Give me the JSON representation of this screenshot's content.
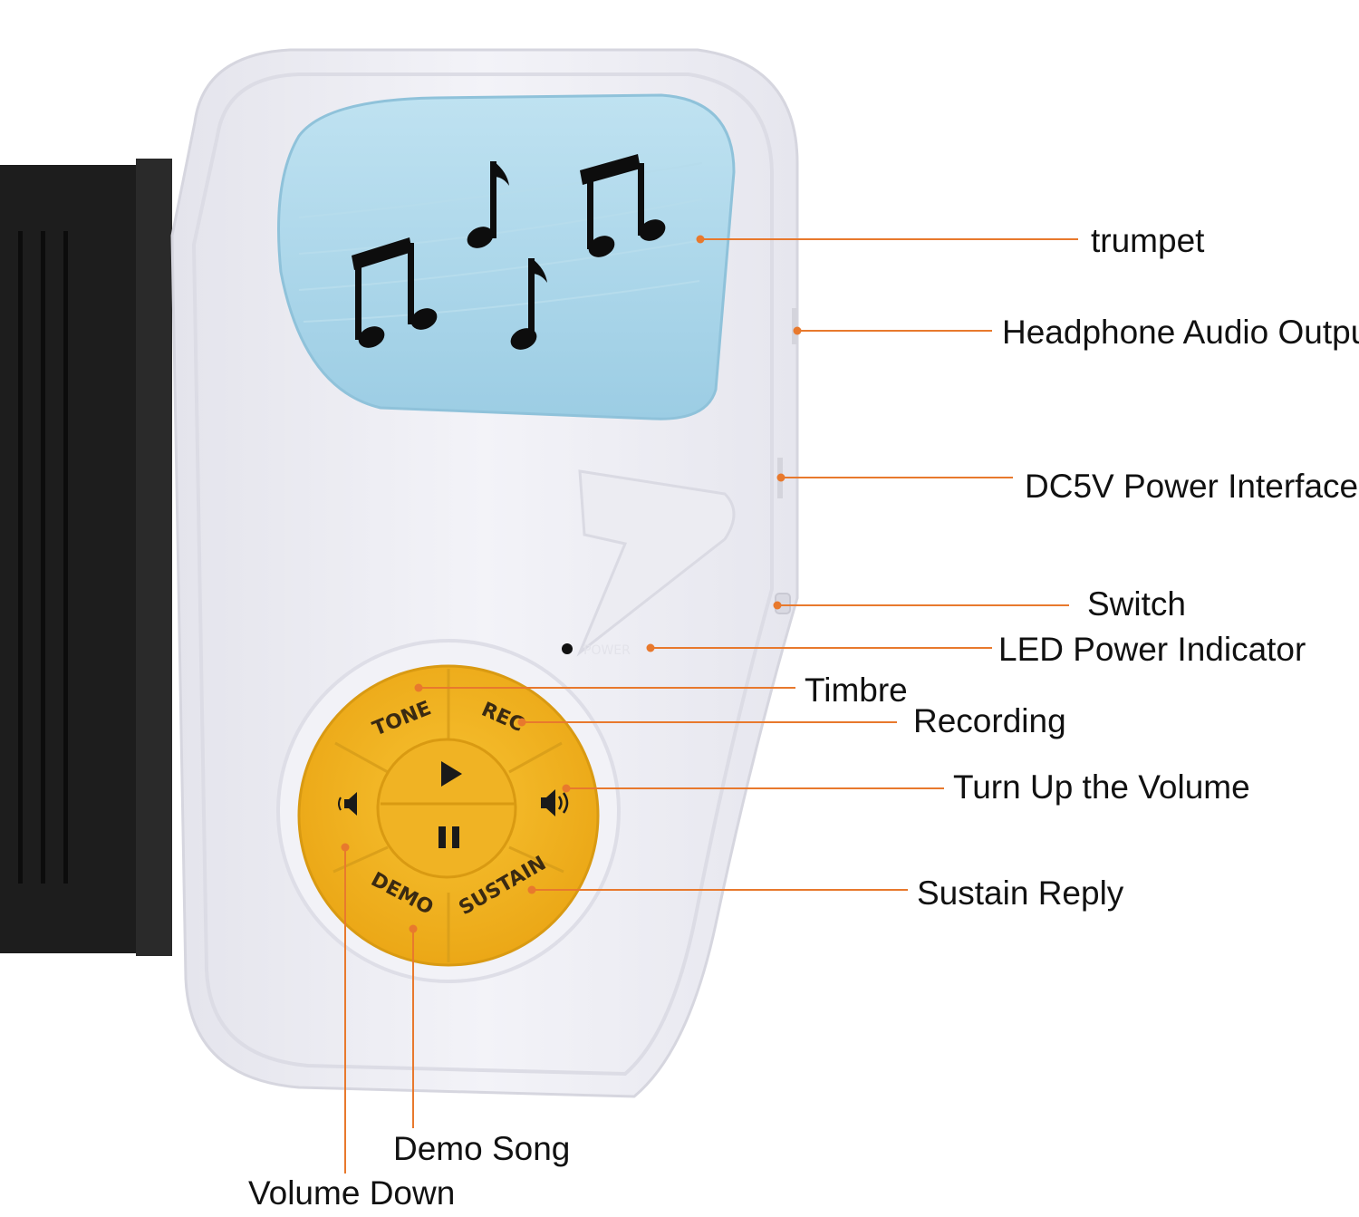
{
  "device": {
    "buttons": {
      "tone": "TONE",
      "rec": "REC",
      "demo": "DEMO",
      "sustain": "SUSTAIN"
    },
    "power_marking": "POWER",
    "colors": {
      "body": "#eeeef4",
      "screen": "#a9d6ea",
      "keypad": "#f4b41c",
      "rubber": "#1b1b1b",
      "leader": "#e8792d"
    },
    "icons": [
      "music-notes-icon",
      "play-icon",
      "pause-icon",
      "volume-down-icon",
      "volume-up-icon",
      "power-led-icon"
    ]
  },
  "callouts": [
    {
      "id": "trumpet",
      "text": "trumpet"
    },
    {
      "id": "headphone",
      "text": "Headphone Audio Output"
    },
    {
      "id": "dc5v",
      "text": "DC5V Power Interface"
    },
    {
      "id": "switch",
      "text": "Switch"
    },
    {
      "id": "led",
      "text": "LED Power Indicator"
    },
    {
      "id": "timbre",
      "text": "Timbre"
    },
    {
      "id": "recording",
      "text": "Recording"
    },
    {
      "id": "vol-up",
      "text": "Turn Up the Volume"
    },
    {
      "id": "sustain",
      "text": "Sustain Reply"
    },
    {
      "id": "demo",
      "text": "Demo Song"
    },
    {
      "id": "vol-down",
      "text": "Volume Down"
    }
  ]
}
